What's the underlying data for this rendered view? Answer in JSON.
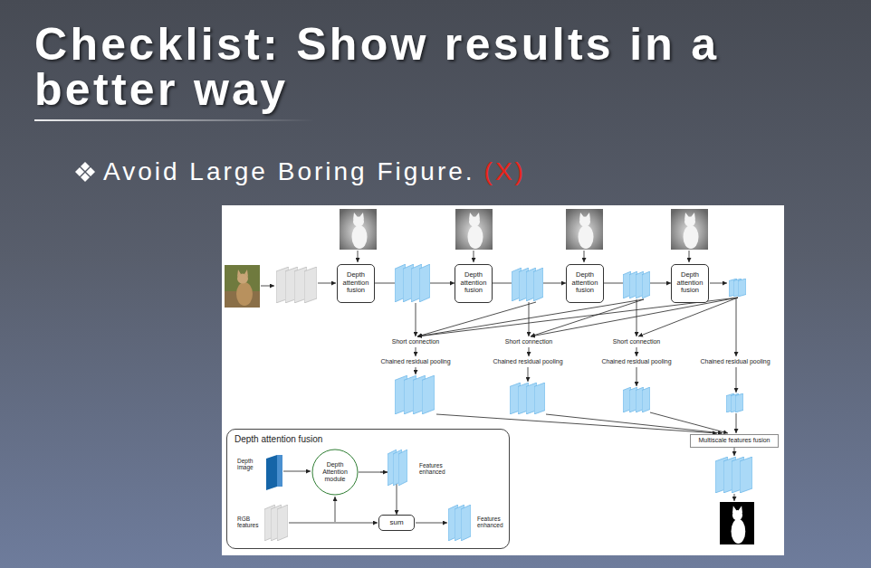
{
  "diagram": {
    "title": "Checklist: Show results in a better way",
    "nodes": [
      {
        "text": [
          "Depth attention fusion"
        ]
      },
      {
        "text": [
          "Depth attention fusion"
        ]
      },
      {
        "text": [
          "Depth attention fusion"
        ]
      },
      {
        "text": [
          "Depth attention fusion"
        ]
      },
      {
        "text": [
          "Depth attention fusion"
        ]
      },
      {
        "text": [
          "Depth Attention module"
        ],
        "in": 4
      },
      {
        "text": [
          "sum"
        ],
        "in": 4
      },
      {
        "text": [
          "Multiscale features fusion"
        ]
      }
    ],
    "edges": [
      {
        "from": 0,
        "to": 1,
        "arrow": "to"
      },
      {
        "from": 1,
        "to": 2,
        "arrow": "to"
      },
      {
        "from": 2,
        "to": 3,
        "arrow": "to"
      },
      {
        "from": 5,
        "to": 6,
        "arrow": "to"
      }
    ],
    "labels": [
      "Avoid Large Boring Figure.",
      "(X)",
      "Short connection",
      "Short connection",
      "Short connection",
      "Chained residual pooling",
      "Chained residual pooling",
      "Chained residual pooling",
      "Chained residual pooling",
      "Depth image",
      "Features enhanced",
      "RGB features",
      "Features enhanced"
    ]
  }
}
